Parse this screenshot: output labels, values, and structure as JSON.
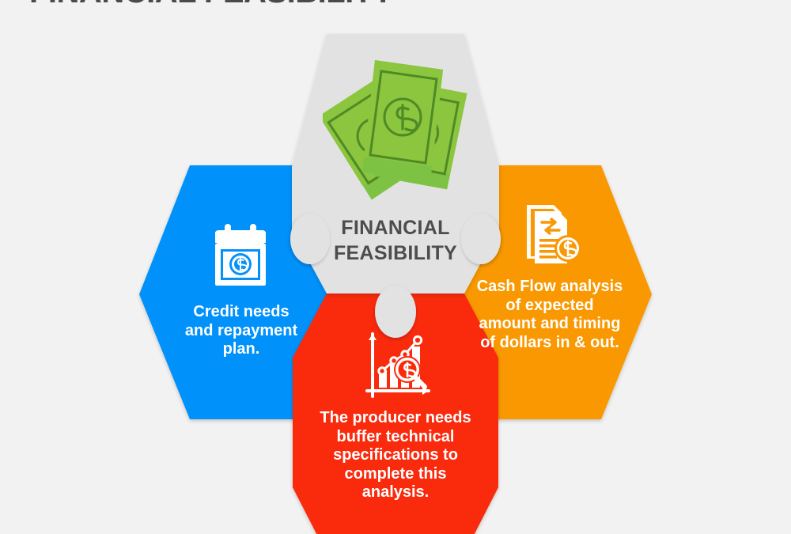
{
  "page": {
    "title": "FINANCIAL FEASIBILITY",
    "background_color": "#f2f2f2",
    "title_color": "#4a4a4a"
  },
  "diagram": {
    "type": "hexagon-puzzle-infographic",
    "center": {
      "label": "FINANCIAL\nFEASIBILITY",
      "icon": "money-banknotes-icon",
      "fill_color": "#e2e2e2",
      "text_color": "#4d4d4d"
    },
    "nodes": [
      {
        "id": "credit",
        "label": "Credit needs\nand repayment\nplan.",
        "icon": "calendar-dollar-icon",
        "fill_color": "#0591fb",
        "text_color": "#ffffff",
        "position": "left"
      },
      {
        "id": "cashflow",
        "label": "Cash Flow analysis\nof expected\namount and timing\nof dollars in & out.",
        "icon": "document-exchange-dollar-icon",
        "fill_color": "#f99806",
        "text_color": "#ffffff",
        "position": "right"
      },
      {
        "id": "specs",
        "label": "The producer needs\nbuffer technical\nspecifications to\ncomplete this\nanalysis.",
        "icon": "bar-chart-magnifier-dollar-icon",
        "fill_color": "#fa2a08",
        "text_color": "#ffffff",
        "position": "bottom"
      }
    ],
    "connectors": [
      {
        "id": "center-to-credit",
        "style": "puzzle-knob",
        "color": "#e2e2e2"
      },
      {
        "id": "center-to-cashflow",
        "style": "puzzle-knob",
        "color": "#e2e2e2"
      },
      {
        "id": "center-to-specs",
        "style": "puzzle-knob",
        "color": "#e2e2e2"
      }
    ]
  }
}
